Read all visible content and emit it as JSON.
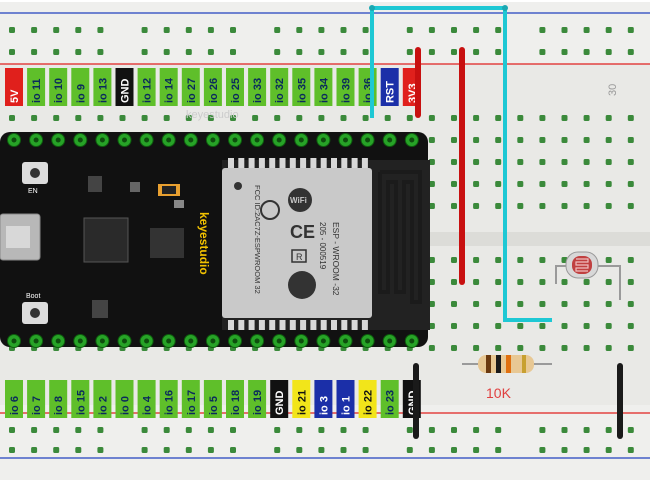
{
  "top_labels": [
    {
      "text": "5V",
      "bg": "#e0201c",
      "fg": "#ffffff"
    },
    {
      "text": "io 11",
      "bg": "#5fbf2a",
      "fg": "#0a2a5c"
    },
    {
      "text": "io 10",
      "bg": "#5fbf2a",
      "fg": "#0a2a5c"
    },
    {
      "text": "io 9",
      "bg": "#5fbf2a",
      "fg": "#0a2a5c"
    },
    {
      "text": "io 13",
      "bg": "#5fbf2a",
      "fg": "#0a2a5c"
    },
    {
      "text": "GND",
      "bg": "#111111",
      "fg": "#ffffff"
    },
    {
      "text": "io 12",
      "bg": "#5fbf2a",
      "fg": "#0a2a5c"
    },
    {
      "text": "io 14",
      "bg": "#5fbf2a",
      "fg": "#0a2a5c"
    },
    {
      "text": "io 27",
      "bg": "#5fbf2a",
      "fg": "#0a2a5c"
    },
    {
      "text": "io 26",
      "bg": "#5fbf2a",
      "fg": "#0a2a5c"
    },
    {
      "text": "io 25",
      "bg": "#5fbf2a",
      "fg": "#0a2a5c"
    },
    {
      "text": "io 33",
      "bg": "#5fbf2a",
      "fg": "#0a2a5c"
    },
    {
      "text": "io 32",
      "bg": "#5fbf2a",
      "fg": "#0a2a5c"
    },
    {
      "text": "io 35",
      "bg": "#5fbf2a",
      "fg": "#0a2a5c"
    },
    {
      "text": "io 34",
      "bg": "#5fbf2a",
      "fg": "#0a2a5c"
    },
    {
      "text": "io 39",
      "bg": "#5fbf2a",
      "fg": "#0a2a5c"
    },
    {
      "text": "io 36",
      "bg": "#5fbf2a",
      "fg": "#0a2a5c"
    },
    {
      "text": "RST",
      "bg": "#1b2fa8",
      "fg": "#ffffff"
    },
    {
      "text": "3V3",
      "bg": "#e0201c",
      "fg": "#ffffff"
    }
  ],
  "bottom_labels": [
    {
      "text": "io 6",
      "bg": "#5fbf2a",
      "fg": "#0a2a5c"
    },
    {
      "text": "io 7",
      "bg": "#5fbf2a",
      "fg": "#0a2a5c"
    },
    {
      "text": "io 8",
      "bg": "#5fbf2a",
      "fg": "#0a2a5c"
    },
    {
      "text": "io 15",
      "bg": "#5fbf2a",
      "fg": "#0a2a5c"
    },
    {
      "text": "io 2",
      "bg": "#5fbf2a",
      "fg": "#0a2a5c"
    },
    {
      "text": "io 0",
      "bg": "#5fbf2a",
      "fg": "#0a2a5c"
    },
    {
      "text": "io 4",
      "bg": "#5fbf2a",
      "fg": "#0a2a5c"
    },
    {
      "text": "io 16",
      "bg": "#5fbf2a",
      "fg": "#0a2a5c"
    },
    {
      "text": "io 17",
      "bg": "#5fbf2a",
      "fg": "#0a2a5c"
    },
    {
      "text": "io 5",
      "bg": "#5fbf2a",
      "fg": "#0a2a5c"
    },
    {
      "text": "io 18",
      "bg": "#5fbf2a",
      "fg": "#0a2a5c"
    },
    {
      "text": "io 19",
      "bg": "#5fbf2a",
      "fg": "#0a2a5c"
    },
    {
      "text": "GND",
      "bg": "#111111",
      "fg": "#ffffff"
    },
    {
      "text": "io 21",
      "bg": "#f2e51a",
      "fg": "#111111"
    },
    {
      "text": "io 3",
      "bg": "#1b2fa8",
      "fg": "#ffffff"
    },
    {
      "text": "io 1",
      "bg": "#1b2fa8",
      "fg": "#ffffff"
    },
    {
      "text": "io 22",
      "bg": "#f2e51a",
      "fg": "#111111"
    },
    {
      "text": "io 23",
      "bg": "#5fbf2a",
      "fg": "#0a2a5c"
    },
    {
      "text": "GND",
      "bg": "#111111",
      "fg": "#ffffff"
    }
  ],
  "board": {
    "brand_top": "keyestudio",
    "brand_side": "keyestudio",
    "btn_en": "EN",
    "btn_boot": "Boot"
  },
  "module": {
    "wifi": "WiFi",
    "model": "ESP - WROOM -32",
    "fcc": "FCC ID:2AC7Z-ESPWROOM 32",
    "r": "R",
    "cert": "205 - 000519",
    "ce": "CE"
  },
  "breadboard": {
    "col_num": "30"
  },
  "resistor": {
    "value": "10K"
  },
  "colors": {
    "wire_cyan": "#1ec8d4",
    "wire_red": "#c81010",
    "wire_black": "#1a1a1a",
    "rail_red": "#e02020",
    "rail_blue": "#2040c0",
    "breadboard": "#e9e9e6",
    "hole": "#3b8a3b"
  }
}
